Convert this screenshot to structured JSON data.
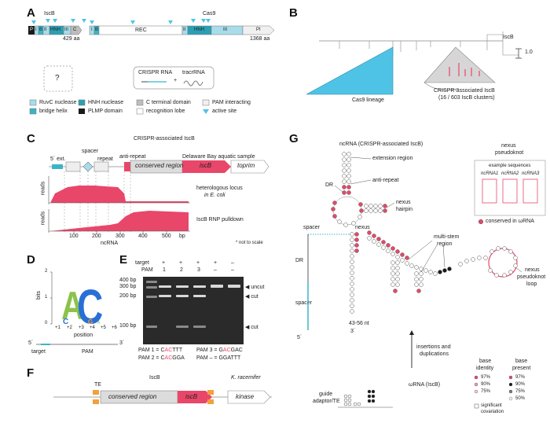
{
  "panels": [
    "A",
    "B",
    "C",
    "D",
    "E",
    "F",
    "G"
  ],
  "colors": {
    "pink": "#e8476a",
    "cyan_light": "#a8dcea",
    "cyan": "#3cb4c8",
    "teal_dark": "#2c8a9c",
    "gray": "#bdbdbd",
    "black": "#1a1a1a",
    "triangle_blue": "#4fc3e6",
    "orange": "#f2a03d",
    "blue_logo": "#2a6fd6",
    "green_logo": "#8bc34a"
  },
  "panel_a": {
    "iscb_label": "IscB",
    "cas9_label": "Cas9",
    "iscb_len": "429 aa",
    "cas9_len": "1368 aa",
    "iscb_domains": [
      "P",
      "I",
      "B",
      "II",
      "HNH",
      "III",
      "C"
    ],
    "cas9_domains": [
      "I",
      "B",
      "REC",
      "II",
      "HNH",
      "III",
      "PI"
    ],
    "unknown": "?",
    "crispr_rna": "CRISPR RNA",
    "tracrrna": "tracrRNA",
    "plus": "+",
    "legend": [
      {
        "label": "RuvC nuclease",
        "color": "#a8dcea"
      },
      {
        "label": "bridge helix",
        "color": "#3cb4c8"
      },
      {
        "label": "HNH nuclease",
        "color": "#2c9fb4"
      },
      {
        "label": "PLMP domain",
        "color": "#1a1a1a"
      },
      {
        "label": "C terminal domain",
        "color": "#bdbdbd"
      },
      {
        "label": "recognition lobe",
        "color": "#ffffff"
      },
      {
        "label": "PAM interacting",
        "color": "#f0f0f0"
      },
      {
        "label": "active site",
        "color": "#4fc3e6"
      }
    ]
  },
  "panel_b": {
    "iscb_label": "IscB",
    "scale": "1.0",
    "cas9_lineage": "Cas9 lineage",
    "crispr_iscb": "CRISPR-associated IscB",
    "clusters": "(16 / 603 IscB clusters)"
  },
  "panel_c": {
    "title": "CRISPR-associated IscB",
    "ext": "5´ ext.",
    "spacer": "spacer",
    "repeat": "repeat",
    "anti_repeat": "anti-repeat",
    "conserved_region": "conserved region",
    "iscb": "iscB",
    "toprim": "toprim",
    "sample": "Delaware Bay aquatic sample",
    "track1_label": "heterologous locus",
    "track1_label2": "in E. coli",
    "track2_label": "IscB RNP pulldown",
    "ylabel": "reads",
    "xlabel": "ncRNA",
    "unit": "bp",
    "ticks": [
      "100",
      "200",
      "300",
      "400",
      "500"
    ],
    "note": "* not to scale"
  },
  "panel_d": {
    "ylabel": "bits",
    "xlabel": "position",
    "yticks": [
      "0",
      "1",
      "2"
    ],
    "positions": [
      "+1",
      "+2",
      "+3",
      "+4",
      "+5",
      "+6"
    ],
    "five": "5´",
    "three": "3´",
    "target": "target",
    "pam": "PAM"
  },
  "panel_e": {
    "target_label": "target",
    "pam_label": "PAM",
    "target_signs": [
      "+",
      "+",
      "+",
      "+",
      "–"
    ],
    "pam_values": [
      "1",
      "2",
      "3",
      "–",
      "–"
    ],
    "ladder": [
      "400 bp",
      "300 bp",
      "200 bp",
      "100 bp"
    ],
    "uncut": "uncut",
    "cut": "cut",
    "pam1_prefix": "PAM 1 = C",
    "pam1_red": "AC",
    "pam1_suffix": "TTT",
    "pam2_prefix": "PAM 2 = C",
    "pam2_red": "AC",
    "pam2_suffix": "GGA",
    "pam3_prefix": "PAM 3 = G",
    "pam3_red": "AC",
    "pam3_suffix": "GAC",
    "pamneg": "PAM – = GGATTT"
  },
  "panel_f": {
    "iscb_label": "IscB",
    "te": "TE",
    "conserved_region": "conserved region",
    "iscb": "iscB",
    "kinase": "kinase",
    "organism1": "K. racemifer"
  },
  "panel_g": {
    "title": "ncRNA (CRISPR-associated IscB)",
    "extension_region": "extension region",
    "anti_repeat": "anti-repeat",
    "dr": "DR",
    "nexus": "nexus",
    "nexus_hairpin": "nexus",
    "nexus_hairpin2": "hairpin",
    "spacer": "spacer",
    "dr_side": "DR",
    "spacer_side": "spacer",
    "multi_stem": "multi-stem",
    "multi_stem2": "region",
    "pseudoknot_loop": "nexus",
    "pseudoknot_loop2": "pseudoknot",
    "pseudoknot_loop3": "loop",
    "length": "43-56 nt",
    "three": "3´",
    "five": "5´",
    "insertions": "insertions and",
    "duplications": "duplications",
    "wrna": "ωRNA (IscB)",
    "guide_adaptor": "guide",
    "guide_adaptor2": "adaptor/TE",
    "pk_title": "nexus",
    "pk_title2": "pseudoknot",
    "example_seqs": "example sequences",
    "seq_names": [
      "ncRNA1",
      "ncRNA2",
      "ncRNA3"
    ],
    "conserved_note": "conserved in ωRNA",
    "identity_title": "base",
    "identity_title2": "identity",
    "present_title": "base",
    "present_title2": "present",
    "identity_levels": [
      "97%",
      "90%",
      "75%"
    ],
    "present_levels": [
      "97%",
      "90%",
      "75%",
      "50%"
    ],
    "covariation": "significant",
    "covariation2": "covariation"
  }
}
